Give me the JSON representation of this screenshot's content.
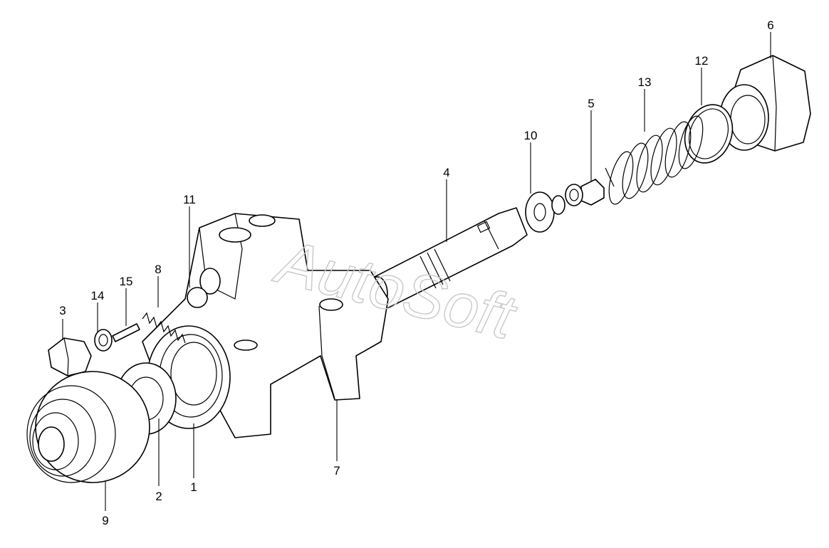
{
  "watermark": "AutoSoft",
  "callouts": [
    {
      "id": "c1",
      "label": "1"
    },
    {
      "id": "c2",
      "label": "2"
    },
    {
      "id": "c3",
      "label": "3"
    },
    {
      "id": "c4",
      "label": "4"
    },
    {
      "id": "c5",
      "label": "5"
    },
    {
      "id": "c6",
      "label": "6"
    },
    {
      "id": "c7",
      "label": "7"
    },
    {
      "id": "c8",
      "label": "8"
    },
    {
      "id": "c9",
      "label": "9"
    },
    {
      "id": "c10",
      "label": "10"
    },
    {
      "id": "c11",
      "label": "11"
    },
    {
      "id": "c12",
      "label": "12"
    },
    {
      "id": "c13",
      "label": "13"
    },
    {
      "id": "c14",
      "label": "14"
    },
    {
      "id": "c15",
      "label": "15"
    }
  ]
}
